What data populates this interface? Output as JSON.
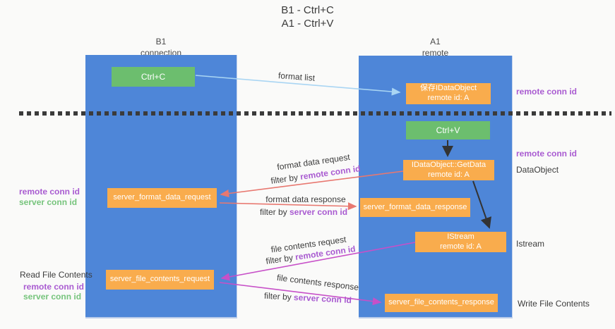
{
  "title": {
    "line1": "B1 - Ctrl+C",
    "line2": "A1 - Ctrl+V"
  },
  "columns": {
    "left": {
      "name": "B1",
      "role": "connection"
    },
    "right": {
      "name": "A1",
      "role": "remote"
    }
  },
  "nodes": {
    "ctrl_c": {
      "label": "Ctrl+C"
    },
    "save_idataobject": {
      "line1": "保存IDataObject",
      "line2": "remote id: A"
    },
    "ctrl_v": {
      "label": "Ctrl+V"
    },
    "getdata": {
      "line1": "IDataObject::GetData",
      "line2": "remote id: A"
    },
    "format_request": {
      "label": "server_format_data_request"
    },
    "format_response": {
      "label": "server_format_data_response"
    },
    "istream": {
      "line1": "IStream",
      "line2": "remote id: A"
    },
    "file_request": {
      "label": "server_file_contents_request"
    },
    "file_response": {
      "label": "server_file_contents_response"
    }
  },
  "flow_labels": {
    "format_list": "format list",
    "format_request": "format data request",
    "format_request_filter_prefix": "filter by ",
    "format_request_filter_id": "remote conn id",
    "format_response": "format data response",
    "format_response_filter_prefix": "filter by ",
    "format_response_filter_id": "server conn id",
    "file_request": "file contents request",
    "file_request_filter_prefix": "filter by ",
    "file_request_filter_id": "remote conn id",
    "file_response": "file contents response",
    "file_response_filter_prefix": "filter by ",
    "file_response_filter_id": "server conn id"
  },
  "side_labels": {
    "right_top_conn_id": "remote conn id",
    "right_mid_conn_id": "remote conn id",
    "right_dataobject": "DataObject",
    "right_istream": "Istream",
    "right_write": "Write File Contents",
    "left_mid_remote": "remote conn id",
    "left_mid_server": "server conn id",
    "left_read": "Read File Contents",
    "left_bottom_remote": "remote conn id",
    "left_bottom_server": "server conn id"
  },
  "colors": {
    "column_blue": "#4e86d8",
    "box_green": "#6cbe6e",
    "box_orange": "#f9ac4d",
    "arrow_blue": "#a9d5f3",
    "arrow_red": "#e87870",
    "arrow_magenta": "#c750c8",
    "arrow_black": "#333333",
    "dashed_line": "#3b3b3b",
    "text_purple": "#a95bd1",
    "text_green": "#76c47c"
  }
}
